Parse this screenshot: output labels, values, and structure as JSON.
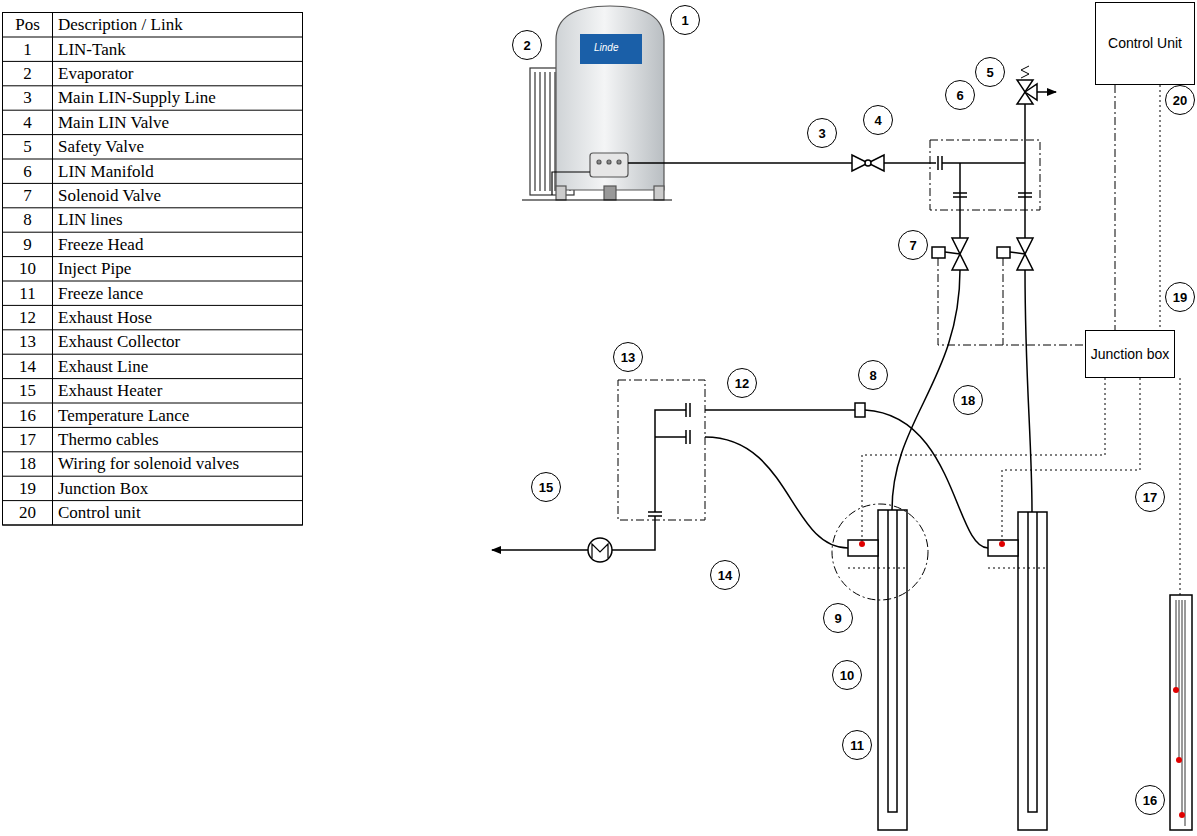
{
  "diagram": {
    "nodes": [
      {
        "text": [
          "1"
        ]
      },
      {
        "text": [
          "2"
        ]
      },
      {
        "text": [
          "3"
        ]
      },
      {
        "text": [
          "4"
        ]
      },
      {
        "text": [
          "5"
        ]
      },
      {
        "text": [
          "6"
        ]
      },
      {
        "text": [
          "7"
        ]
      },
      {
        "text": [
          "8"
        ]
      },
      {
        "text": [
          "9"
        ]
      },
      {
        "text": [
          "10"
        ]
      },
      {
        "text": [
          "11"
        ]
      },
      {
        "text": [
          "12"
        ]
      },
      {
        "text": [
          "13"
        ]
      },
      {
        "text": [
          "14"
        ]
      },
      {
        "text": [
          "15"
        ]
      },
      {
        "text": [
          "16"
        ]
      },
      {
        "text": [
          "17"
        ]
      },
      {
        "text": [
          "18"
        ]
      },
      {
        "text": [
          "19"
        ]
      },
      {
        "text": [
          "20"
        ]
      },
      {
        "text": [
          "Control Unit"
        ]
      },
      {
        "text": [
          "Junction box"
        ]
      }
    ],
    "edges": [
      {
        "from": 20,
        "to": 21,
        "arrow": "none"
      }
    ],
    "labels": [
      "Pos",
      "Description / Link",
      "1",
      "LIN-Tank",
      "2",
      "Evaporator",
      "3",
      "Main LIN-Supply Line",
      "4",
      "Main LIN Valve",
      "5",
      "Safety Valve",
      "6",
      "LIN Manifold",
      "7",
      "Solenoid Valve",
      "8",
      "LIN lines",
      "9",
      "Freeze Head",
      "10",
      "Inject Pipe",
      "11",
      "Freeze lance",
      "12",
      "Exhaust Hose",
      "13",
      "Exhaust Collector",
      "14",
      "Exhaust Line",
      "15",
      "Exhaust Heater",
      "16",
      "Temperature Lance",
      "17",
      "Thermo cables",
      "18",
      "Wiring for solenoid valves",
      "19",
      "Junction Box",
      "20",
      "Control unit",
      "Linde"
    ]
  }
}
